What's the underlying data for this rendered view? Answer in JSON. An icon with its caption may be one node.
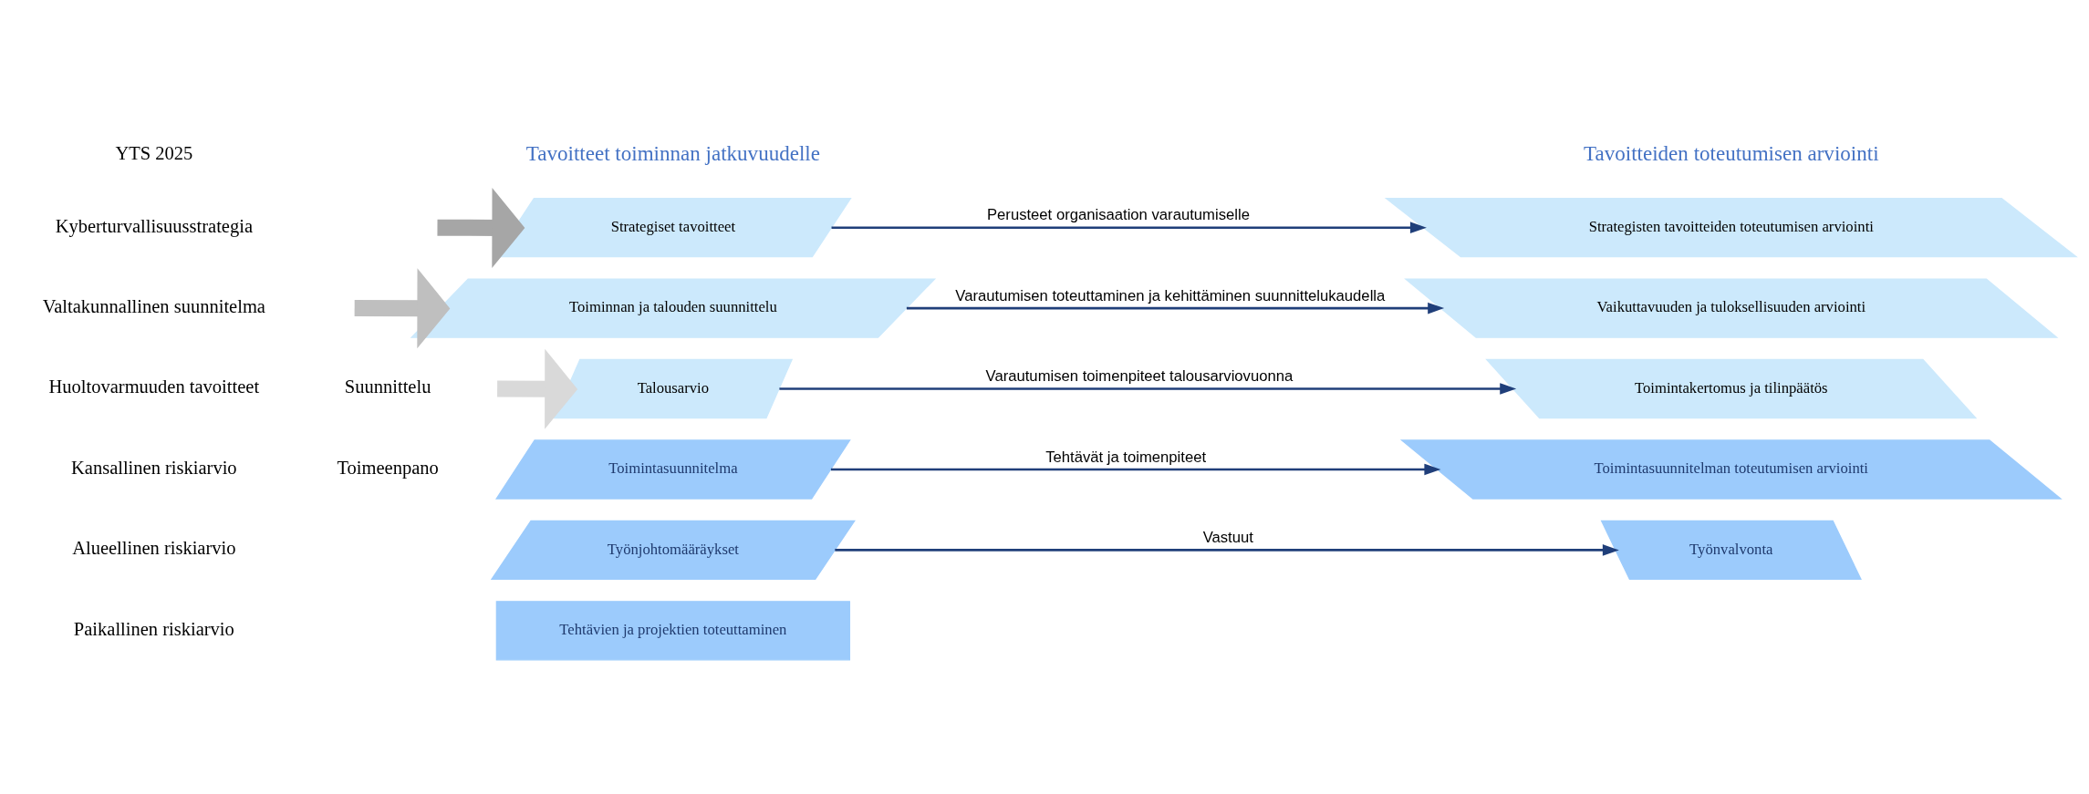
{
  "diagram": {
    "nodes": [
      {
        "text": [
          "Strategiset tavoitteet"
        ]
      },
      {
        "text": [
          "Strategisten tavoitteiden toteutumisen arviointi"
        ]
      },
      {
        "text": [
          "Toiminnan ja talouden suunnittelu"
        ]
      },
      {
        "text": [
          "Vaikuttavuuden ja tuloksellisuuden arviointi"
        ]
      },
      {
        "text": [
          "Talousarvio"
        ]
      },
      {
        "text": [
          "Toimintakertomus ja tilinpäätös"
        ]
      },
      {
        "text": [
          "Toimintasuunnitelma"
        ]
      },
      {
        "text": [
          "Toimintasuunnitelman toteutumisen arviointi"
        ]
      },
      {
        "text": [
          "Työnjohtomääräykset"
        ]
      },
      {
        "text": [
          "Työnvalvonta"
        ]
      },
      {
        "text": [
          "Tehtävien ja projektien toteuttaminen"
        ]
      }
    ],
    "edges": [
      {
        "from": 0,
        "to": 1,
        "arrow": "to",
        "label": "Perusteet organisaation varautumiselle"
      },
      {
        "from": 2,
        "to": 3,
        "arrow": "to",
        "label": "Varautumisen toteuttaminen ja kehittäminen suunnittelukaudella"
      },
      {
        "from": 4,
        "to": 5,
        "arrow": "to",
        "label": "Varautumisen toimenpiteet talousarviovuonna"
      },
      {
        "from": 6,
        "to": 7,
        "arrow": "to",
        "label": "Tehtävät ja toimenpiteet"
      },
      {
        "from": 8,
        "to": 9,
        "arrow": "to",
        "label": "Vastuut"
      },
      {
        "from": null,
        "to": 0,
        "arrow": "to",
        "style": "thick",
        "color": "#a6a6a6"
      },
      {
        "from": null,
        "to": 2,
        "arrow": "to",
        "style": "thick",
        "color": "#bfbfbf"
      },
      {
        "from": null,
        "to": 4,
        "arrow": "to",
        "style": "thick",
        "color": "#d9d9d9"
      }
    ],
    "labels": [
      "Tavoitteet toiminnan jatkuvuudelle",
      "Tavoitteiden toteutumisen arviointi",
      "YTS 2025",
      "Kyberturvallisuusstrategia",
      "Valtakunnallinen suunnitelma",
      "Huoltovarmuuden tavoitteet",
      "Kansallinen riskiarvio",
      "Alueellinen riskiarvio",
      "Paikallinen riskiarvio",
      "Suunnittelu",
      "Toimeenpano"
    ]
  }
}
